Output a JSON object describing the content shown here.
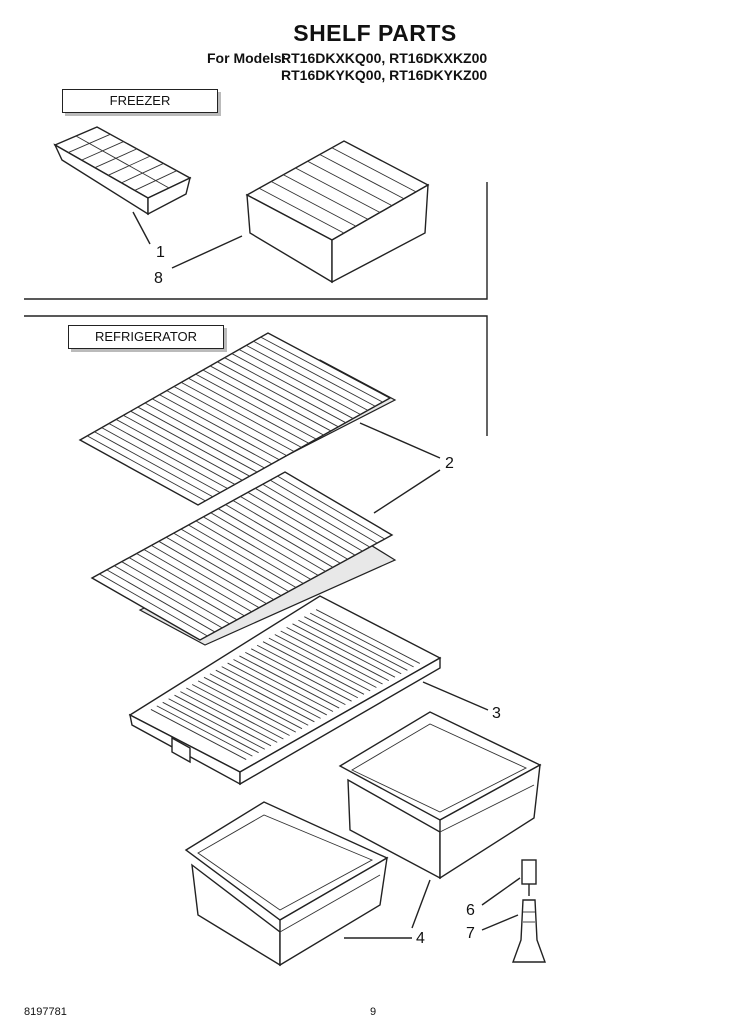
{
  "title": "SHELF PARTS",
  "models_label": "For Models:",
  "models": [
    "RT16DKXKQ00, RT16DKXKZ00",
    "RT16DKYKQ00, RT16DKYKZ00"
  ],
  "sections": {
    "freezer": "FREEZER",
    "refrigerator": "REFRIGERATOR"
  },
  "callouts": [
    "1",
    "8",
    "2",
    "3",
    "4",
    "6",
    "7"
  ],
  "footer": {
    "doc_number": "8197781",
    "page": "9"
  }
}
